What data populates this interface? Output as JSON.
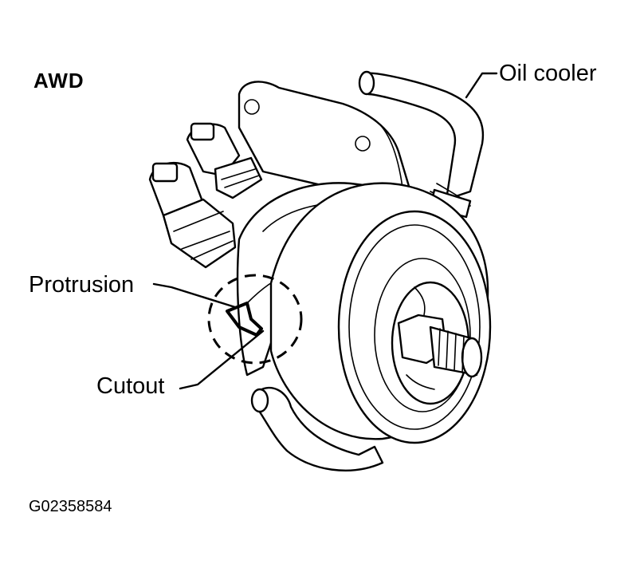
{
  "diagram": {
    "title": "AWD",
    "labels": {
      "oil_cooler": "Oil cooler",
      "protrusion": "Protrusion",
      "cutout": "Cutout"
    },
    "figure_code": "G02358584"
  }
}
